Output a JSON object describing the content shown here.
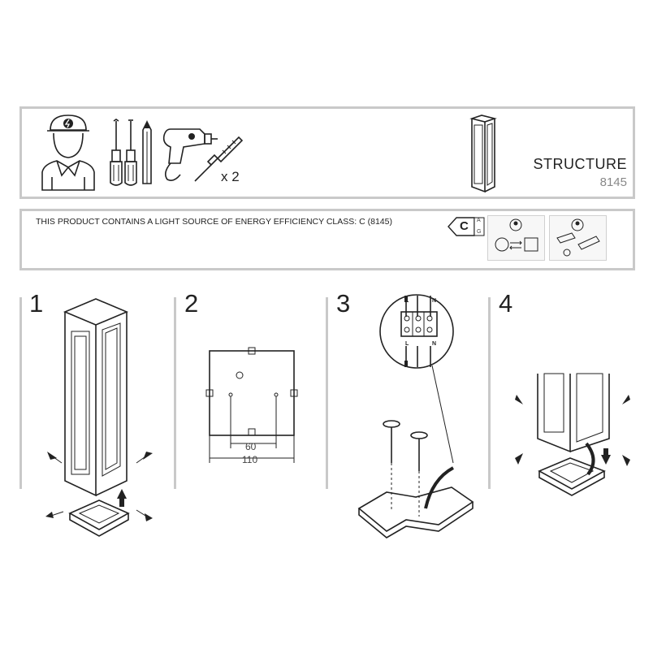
{
  "header": {
    "product_title": "STRUCTURE",
    "product_code": "8145",
    "screw_count": "x 2"
  },
  "energy": {
    "notice": "THIS PRODUCT CONTAINS A LIGHT SOURCE OF ENERGY EFFICIENCY CLASS: C (8145)",
    "class_letter": "C",
    "scale_top": "A",
    "scale_bottom": "G"
  },
  "steps": [
    {
      "number": "1"
    },
    {
      "number": "2"
    },
    {
      "number": "3"
    },
    {
      "number": "4"
    }
  ],
  "dimensions": {
    "inner": "60",
    "outer": "110"
  },
  "wiring": {
    "top_labels": [
      "L",
      "N"
    ],
    "bottom_labels": [
      "L",
      "N"
    ]
  }
}
